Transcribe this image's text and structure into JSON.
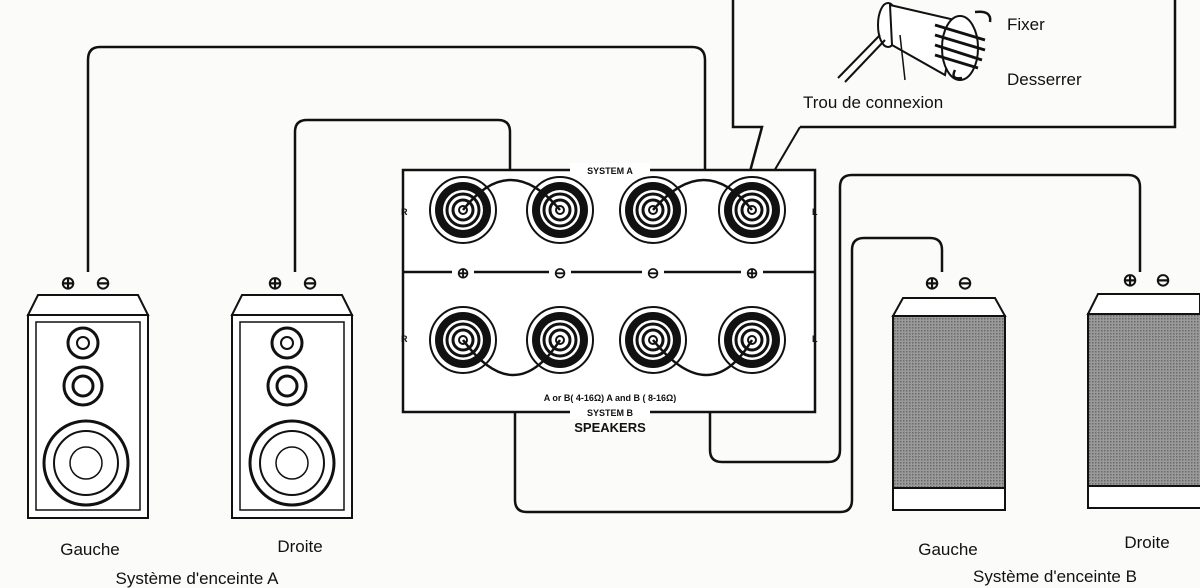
{
  "callout": {
    "fix_label": "Fixer",
    "loosen_label": "Desserrer",
    "hole_label": "Trou de connexion"
  },
  "panel": {
    "system_a_label": "SYSTEM A",
    "system_b_label": "SYSTEM B",
    "speakers_label": "SPEAKERS",
    "impedance_label": "A or B( 4-16Ω) A  and B ( 8-16Ω)",
    "right_label": "R",
    "left_label": "L",
    "polarity": [
      "⊕",
      "⊖",
      "⊖",
      "⊕"
    ]
  },
  "system_a": {
    "left_label": "Gauche",
    "right_label": "Droite",
    "title": "Système d'enceinte A"
  },
  "system_b": {
    "left_label": "Gauche",
    "right_label": "Droite",
    "title": "Système d'enceinte B"
  },
  "terminal_symbols": {
    "plus": "⊕",
    "minus": "⊖"
  }
}
